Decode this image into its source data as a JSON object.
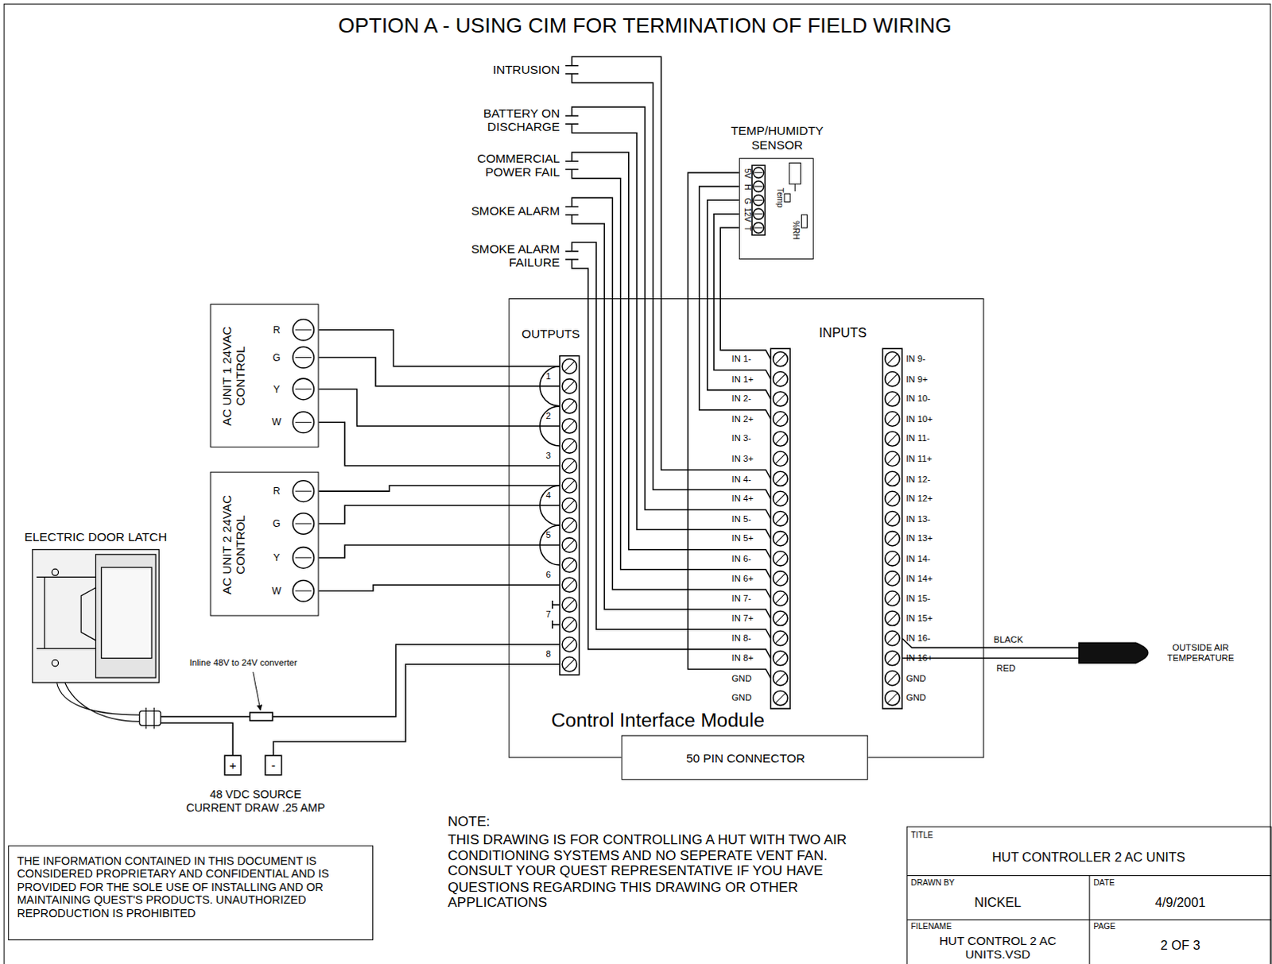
{
  "diagram": {
    "title": "OPTION A - USING CIM FOR TERMINATION OF FIELD WIRING",
    "nodes": [
      {
        "text": [
          "TEMP/HUMIDTY SENSOR",
          "5V",
          "H",
          "G",
          "12V",
          "T",
          "Temp",
          "%RH"
        ]
      },
      {
        "text": [
          "AC UNIT 1 24VAC CONTROL",
          "R",
          "G",
          "Y",
          "W"
        ]
      },
      {
        "text": [
          "OUTPUTS",
          "INPUTS",
          "Control Interface Module"
        ]
      },
      {
        "text": [
          "AC UNIT 2 24VAC CONTROL",
          "R",
          "G",
          "Y",
          "W"
        ]
      },
      {
        "text": [
          "50 PIN CONNECTOR"
        ]
      },
      {
        "text": [
          "THE INFORMATION CONTAINED IN THIS DOCUMENT IS CONSIDERED PROPRIETARY AND CONFIDENTIAL AND IS PROVIDED FOR THE SOLE USE OF INSTALLING AND OR MAINTAINING QUEST'S PRODUCTS. UNAUTHORIZED REPRODUCTION IS PROHIBITED"
        ]
      }
    ],
    "edges": [
      {
        "from": 1,
        "to": 2,
        "arrow": "none"
      },
      {
        "from": 1,
        "to": 2,
        "arrow": "none"
      },
      {
        "from": 1,
        "to": 2,
        "arrow": "none"
      },
      {
        "from": 1,
        "to": 2,
        "arrow": "none"
      },
      {
        "from": 3,
        "to": 2,
        "arrow": "none"
      },
      {
        "from": 3,
        "to": 2,
        "arrow": "none"
      },
      {
        "from": 3,
        "to": 2,
        "arrow": "none"
      },
      {
        "from": 3,
        "to": 2,
        "arrow": "none"
      },
      {
        "from": 0,
        "to": 2,
        "arrow": "none"
      },
      {
        "from": 0,
        "to": 2,
        "arrow": "none"
      },
      {
        "from": 0,
        "to": 2,
        "arrow": "none"
      },
      {
        "from": 0,
        "to": 2,
        "arrow": "none"
      },
      {
        "from": 0,
        "to": 2,
        "arrow": "none"
      }
    ],
    "labels": [
      "INTRUSION",
      "BATTERY ON DISCHARGE",
      "COMMERCIAL POWER FAIL",
      "SMOKE ALARM",
      "SMOKE ALARM FAILURE",
      "IN 1-",
      "IN 1+",
      "IN 2-",
      "IN 2+",
      "IN 3-",
      "IN 3+",
      "IN 4-",
      "IN 4+",
      "IN 5-",
      "IN 5+",
      "IN 6-",
      "IN 6+",
      "IN 7-",
      "IN 7+",
      "IN 8-",
      "IN 8+",
      "GND",
      "GND",
      "IN 9-",
      "IN 9+",
      "IN 10-",
      "IN 10+",
      "IN 11-",
      "IN 11+",
      "IN 12-",
      "IN 12+",
      "IN 13-",
      "IN 13+",
      "IN 14-",
      "IN 14+",
      "IN 15-",
      "IN 15+",
      "IN 16-",
      "IN 16+",
      "GND",
      "GND",
      "1",
      "2",
      "3",
      "4",
      "5",
      "6",
      "7",
      "8",
      "ELECTRIC DOOR LATCH",
      "Inline 48V to 24V converter",
      "+",
      "-",
      "48 VDC SOURCE CURRENT DRAW .25 AMP",
      "BLACK",
      "RED",
      "OUTSIDE AIR TEMPERATURE",
      "NOTE:",
      "THIS DRAWING IS FOR CONTROLLING A HUT WITH TWO AIR CONDITIONING SYSTEMS AND NO SEPERATE VENT FAN. CONSULT YOUR QUEST REPRESENTATIVE IF YOU HAVE QUESTIONS REGARDING THIS DRAWING OR OTHER APPLICATIONS",
      "TITLE",
      "HUT CONTROLLER 2 AC UNITS",
      "DRAWN BY",
      "NICKEL",
      "DATE",
      "4/9/2001",
      "FILENAME",
      "HUT CONTROL 2 AC UNITS.VSD",
      "PAGE",
      "2 OF 3"
    ]
  }
}
